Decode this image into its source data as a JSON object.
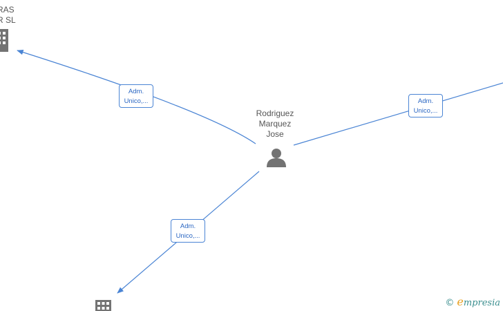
{
  "nodes": {
    "company_top": {
      "label_line1": "RAS",
      "label_line2": "R SL"
    },
    "person": {
      "label_line1": "Rodriguez",
      "label_line2": "Marquez",
      "label_line3": "Jose"
    }
  },
  "edges": [
    {
      "line1": "Adm.",
      "line2": "Unico,..."
    },
    {
      "line1": "Adm.",
      "line2": "Unico,..."
    },
    {
      "line1": "Adm.",
      "line2": "Unico,..."
    }
  ],
  "watermark": {
    "copyright": "©",
    "brand_first": "e",
    "brand_rest": "mpresia"
  },
  "colors": {
    "edge": "#4a84d4",
    "node_icon": "#737373"
  }
}
